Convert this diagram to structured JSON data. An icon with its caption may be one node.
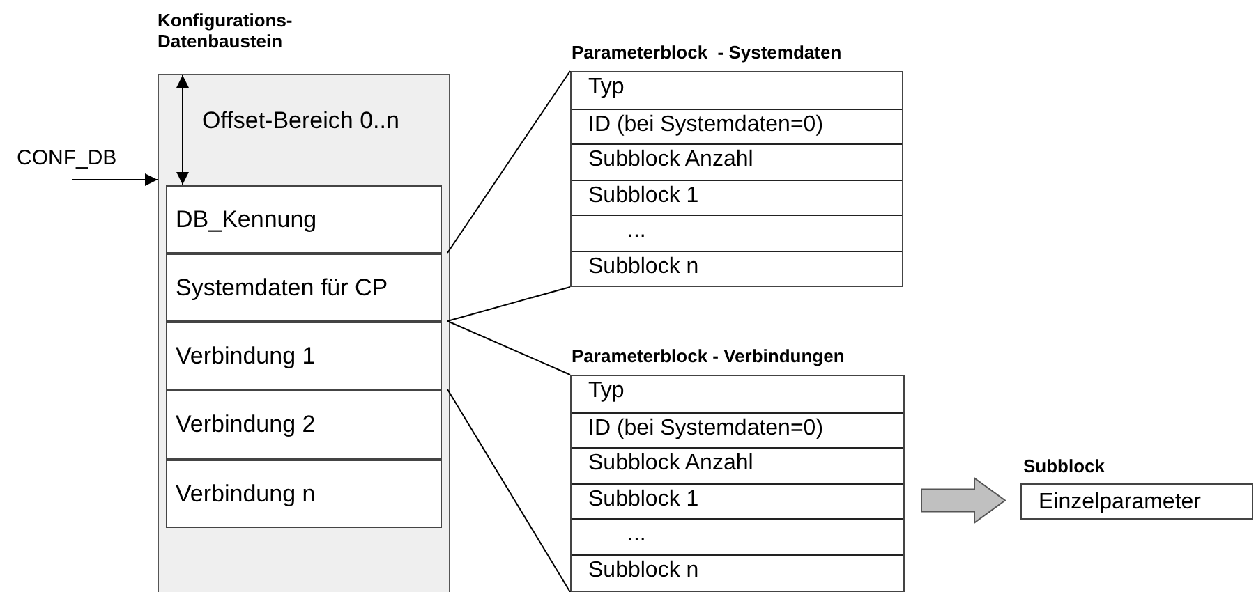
{
  "diagram": {
    "nodes": [
      {
        "text": [
          "Konfigurations- Datenbaustein"
        ]
      },
      {
        "text": [
          "DB_Kennung"
        ],
        "in": 0
      },
      {
        "text": [
          "Systemdaten für CP"
        ],
        "in": 0
      },
      {
        "text": [
          "Verbindung 1"
        ],
        "in": 0
      },
      {
        "text": [
          "Verbindung 2"
        ],
        "in": 0
      },
      {
        "text": [
          "Verbindung n"
        ],
        "in": 0
      },
      {
        "text": [
          "CONF_DB"
        ]
      },
      {
        "text": [
          "Parameterblock  - Systemdaten"
        ]
      },
      {
        "text": [
          "Typ"
        ],
        "in": 7
      },
      {
        "text": [
          "ID (bei Systemdaten=0)"
        ],
        "in": 7
      },
      {
        "text": [
          "Subblock Anzahl"
        ],
        "in": 7
      },
      {
        "text": [
          "Subblock 1"
        ],
        "in": 7
      },
      {
        "text": [
          "..."
        ],
        "in": 7
      },
      {
        "text": [
          "Subblock n"
        ],
        "in": 7
      },
      {
        "text": [
          "Parameterblock - Verbindungen"
        ]
      },
      {
        "text": [
          "Typ"
        ],
        "in": 14
      },
      {
        "text": [
          "ID (bei Systemdaten=0)"
        ],
        "in": 14
      },
      {
        "text": [
          "Subblock Anzahl"
        ],
        "in": 14
      },
      {
        "text": [
          "Subblock 1"
        ],
        "in": 14
      },
      {
        "text": [
          "..."
        ],
        "in": 14
      },
      {
        "text": [
          "Subblock n"
        ],
        "in": 14
      },
      {
        "text": [
          "Subblock",
          "Einzelparameter"
        ]
      }
    ],
    "edges": [
      {
        "from": 6,
        "to": 0,
        "arrow": "to"
      },
      {
        "from": 2,
        "to": 7,
        "arrow": "none"
      },
      {
        "from": 2,
        "to": 7,
        "arrow": "none"
      },
      {
        "from": 3,
        "to": 14,
        "arrow": "none"
      },
      {
        "from": 3,
        "to": 14,
        "arrow": "none"
      },
      {
        "from": 18,
        "to": 21,
        "arrow": "to",
        "style": "thick",
        "color": "#c0c0c0"
      },
      {
        "from": 0,
        "to": 1,
        "arrow": "both"
      }
    ],
    "labels": [
      "Offset-Bereich 0..n"
    ]
  }
}
